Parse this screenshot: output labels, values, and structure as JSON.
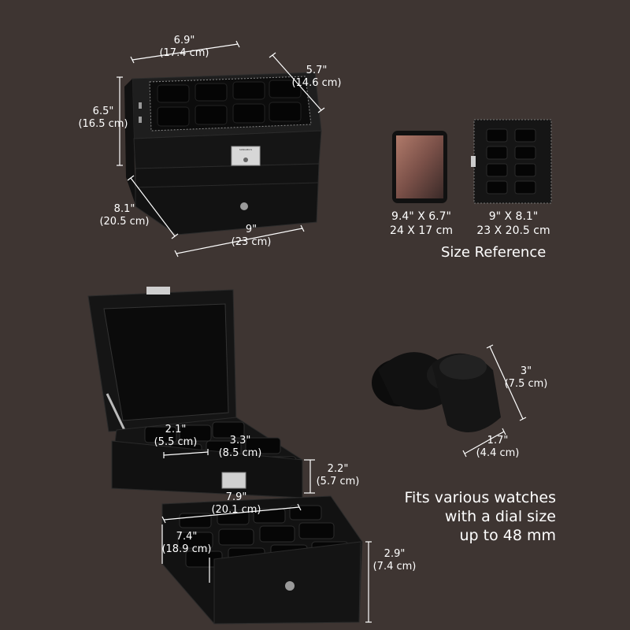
{
  "top_box": {
    "width_in": "6.9\"",
    "width_cm": "(17.4 cm)",
    "depth_in": "5.7\"",
    "depth_cm": "(14.6 cm)",
    "height_in": "6.5\"",
    "height_cm": "(16.5 cm)",
    "side_in": "8.1\"",
    "side_cm": "(20.5 cm)",
    "base_in": "9\"",
    "base_cm": "(23 cm)"
  },
  "size_reference": {
    "tablet_dims_in": "9.4\" X 6.7\"",
    "tablet_dims_cm": "24 X 17 cm",
    "case_dims_in": "9\" X 8.1\"",
    "case_dims_cm": "23 X 20.5 cm",
    "title": "Size Reference"
  },
  "open_box": {
    "slot_w_in": "2.1\"",
    "slot_w_cm": "(5.5 cm)",
    "slot_l_in": "3.3\"",
    "slot_l_cm": "(8.5 cm)",
    "upper_h_in": "2.2\"",
    "upper_h_cm": "(5.7 cm)",
    "inner_w_in": "7.9\"",
    "inner_w_cm": "(20.1 cm)",
    "drawer_d_in": "7.4\"",
    "drawer_d_cm": "(18.9 cm)",
    "drawer_h_in": "2.9\"",
    "drawer_h_cm": "(7.4 cm)"
  },
  "pillow": {
    "length_in": "3\"",
    "length_cm": "(7.5 cm)",
    "height_in": "1.7\"",
    "height_cm": "(4.4 cm)"
  },
  "caption": {
    "line1": "Fits various watches",
    "line2": "with a dial size",
    "line3": "up to 48 mm"
  },
  "brand_text": "SONGMICS",
  "colors": {
    "background": "#3e3532",
    "box": "#161616",
    "text": "#ffffff"
  }
}
